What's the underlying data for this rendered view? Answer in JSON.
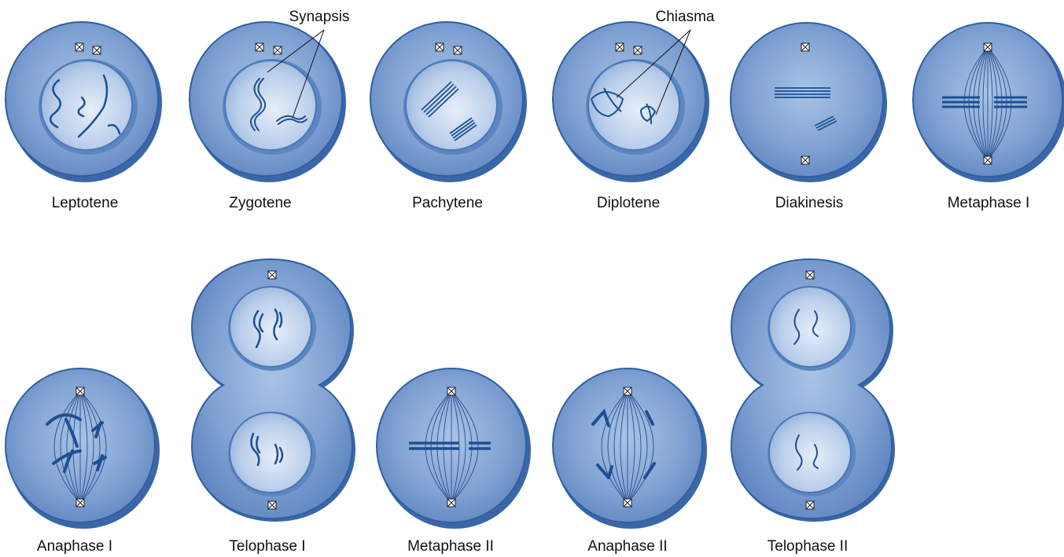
{
  "stages": [
    {
      "key": "leptotene",
      "label": "Leptotene"
    },
    {
      "key": "zygotene",
      "label": "Zygotene"
    },
    {
      "key": "pachytene",
      "label": "Pachytene"
    },
    {
      "key": "diplotene",
      "label": "Diplotene"
    },
    {
      "key": "diakinesis",
      "label": "Diakinesis"
    },
    {
      "key": "metaphase1",
      "label": "Metaphase I"
    },
    {
      "key": "anaphase1",
      "label": "Anaphase I"
    },
    {
      "key": "telophase1",
      "label": "Telophase  I"
    },
    {
      "key": "metaphase2",
      "label": "Metaphase II"
    },
    {
      "key": "anaphase2",
      "label": "Anaphase II"
    },
    {
      "key": "telophase2",
      "label": "Telophase  II"
    }
  ],
  "callouts": {
    "synapsis": "Synapsis",
    "chiasma": "Chiasma"
  },
  "colors": {
    "cell_fill": "#6e93c8",
    "cell_edge": "#2f5fa0",
    "cell_rim": "#4a77b7",
    "nucleus_fill": "#c4d6ee",
    "chromosome": "#1e4f93",
    "spindle": "#2a4f8a"
  }
}
